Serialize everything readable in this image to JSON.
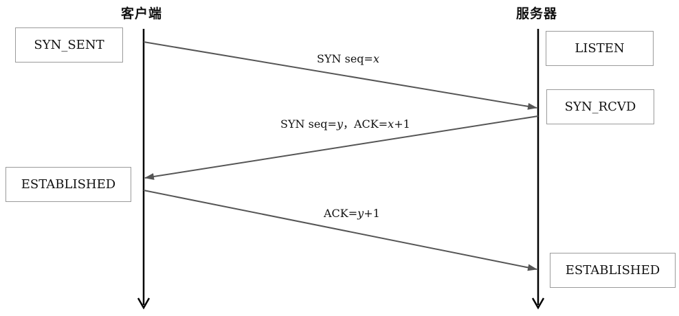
{
  "lanes": {
    "client": "客户端",
    "server": "服务器"
  },
  "states": {
    "client_syn_sent": "SYN_SENT",
    "client_established": "ESTABLISHED",
    "server_listen": "LISTEN",
    "server_syn_rcvd": "SYN_RCVD",
    "server_established": "ESTABLISHED"
  },
  "messages": {
    "syn": {
      "prefix": "SYN  seq=",
      "var1": "x"
    },
    "syn_ack": {
      "prefix": "SYN  seq=",
      "var1": "y",
      "middle": "，ACK=",
      "var2": "x",
      "suffix": "+1"
    },
    "ack": {
      "prefix": "ACK=",
      "var1": "y",
      "suffix": "+1"
    }
  },
  "colors": {
    "lifeline": "#000000",
    "message_arrow": "#555555",
    "box_border": "#9a9a9a"
  }
}
